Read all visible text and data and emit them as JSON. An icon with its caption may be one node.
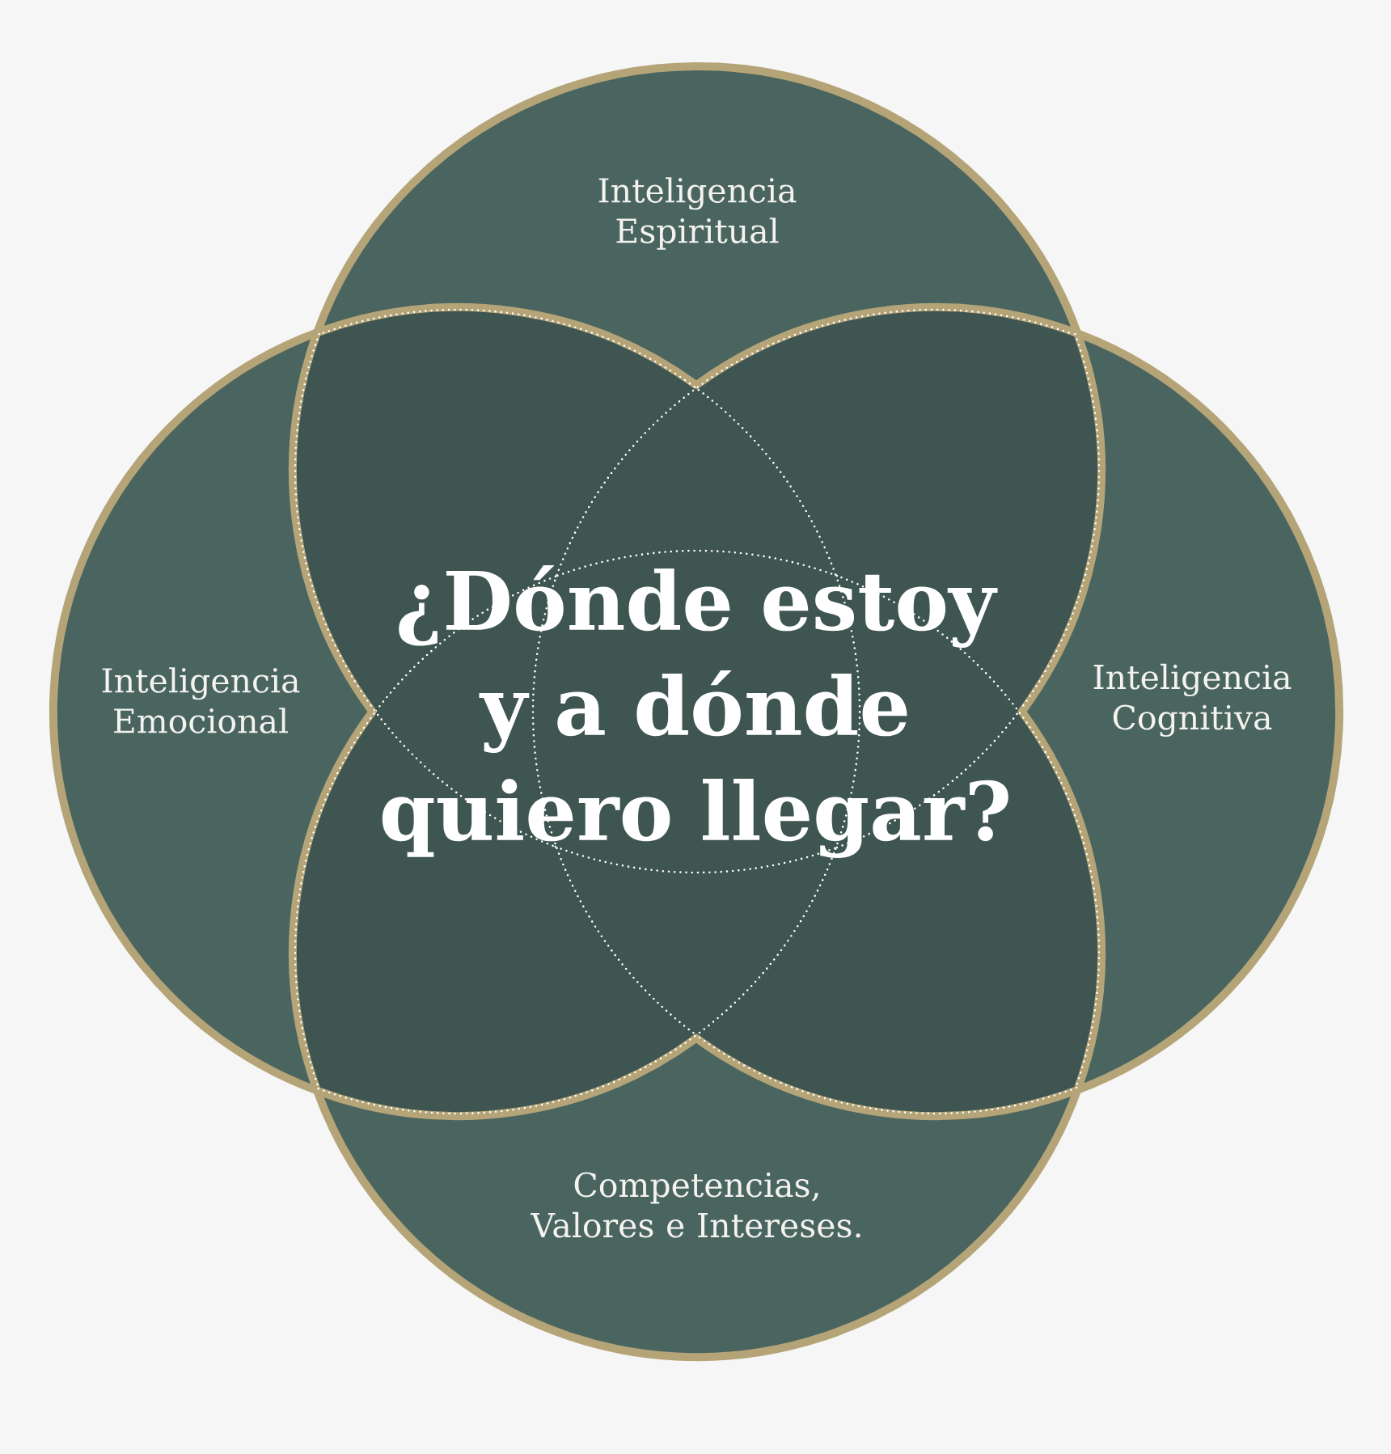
{
  "diagram": {
    "nodes": [
      {
        "text": [
          "Inteligencia Espiritual"
        ]
      },
      {
        "text": [
          "Inteligencia Emocional"
        ]
      },
      {
        "text": [
          "Inteligencia Cognitiva"
        ]
      },
      {
        "text": [
          "Competencias, Valores e Intereses."
        ]
      }
    ],
    "labels": [
      "¿Dónde estoy y a dónde quiero llegar?"
    ]
  }
}
